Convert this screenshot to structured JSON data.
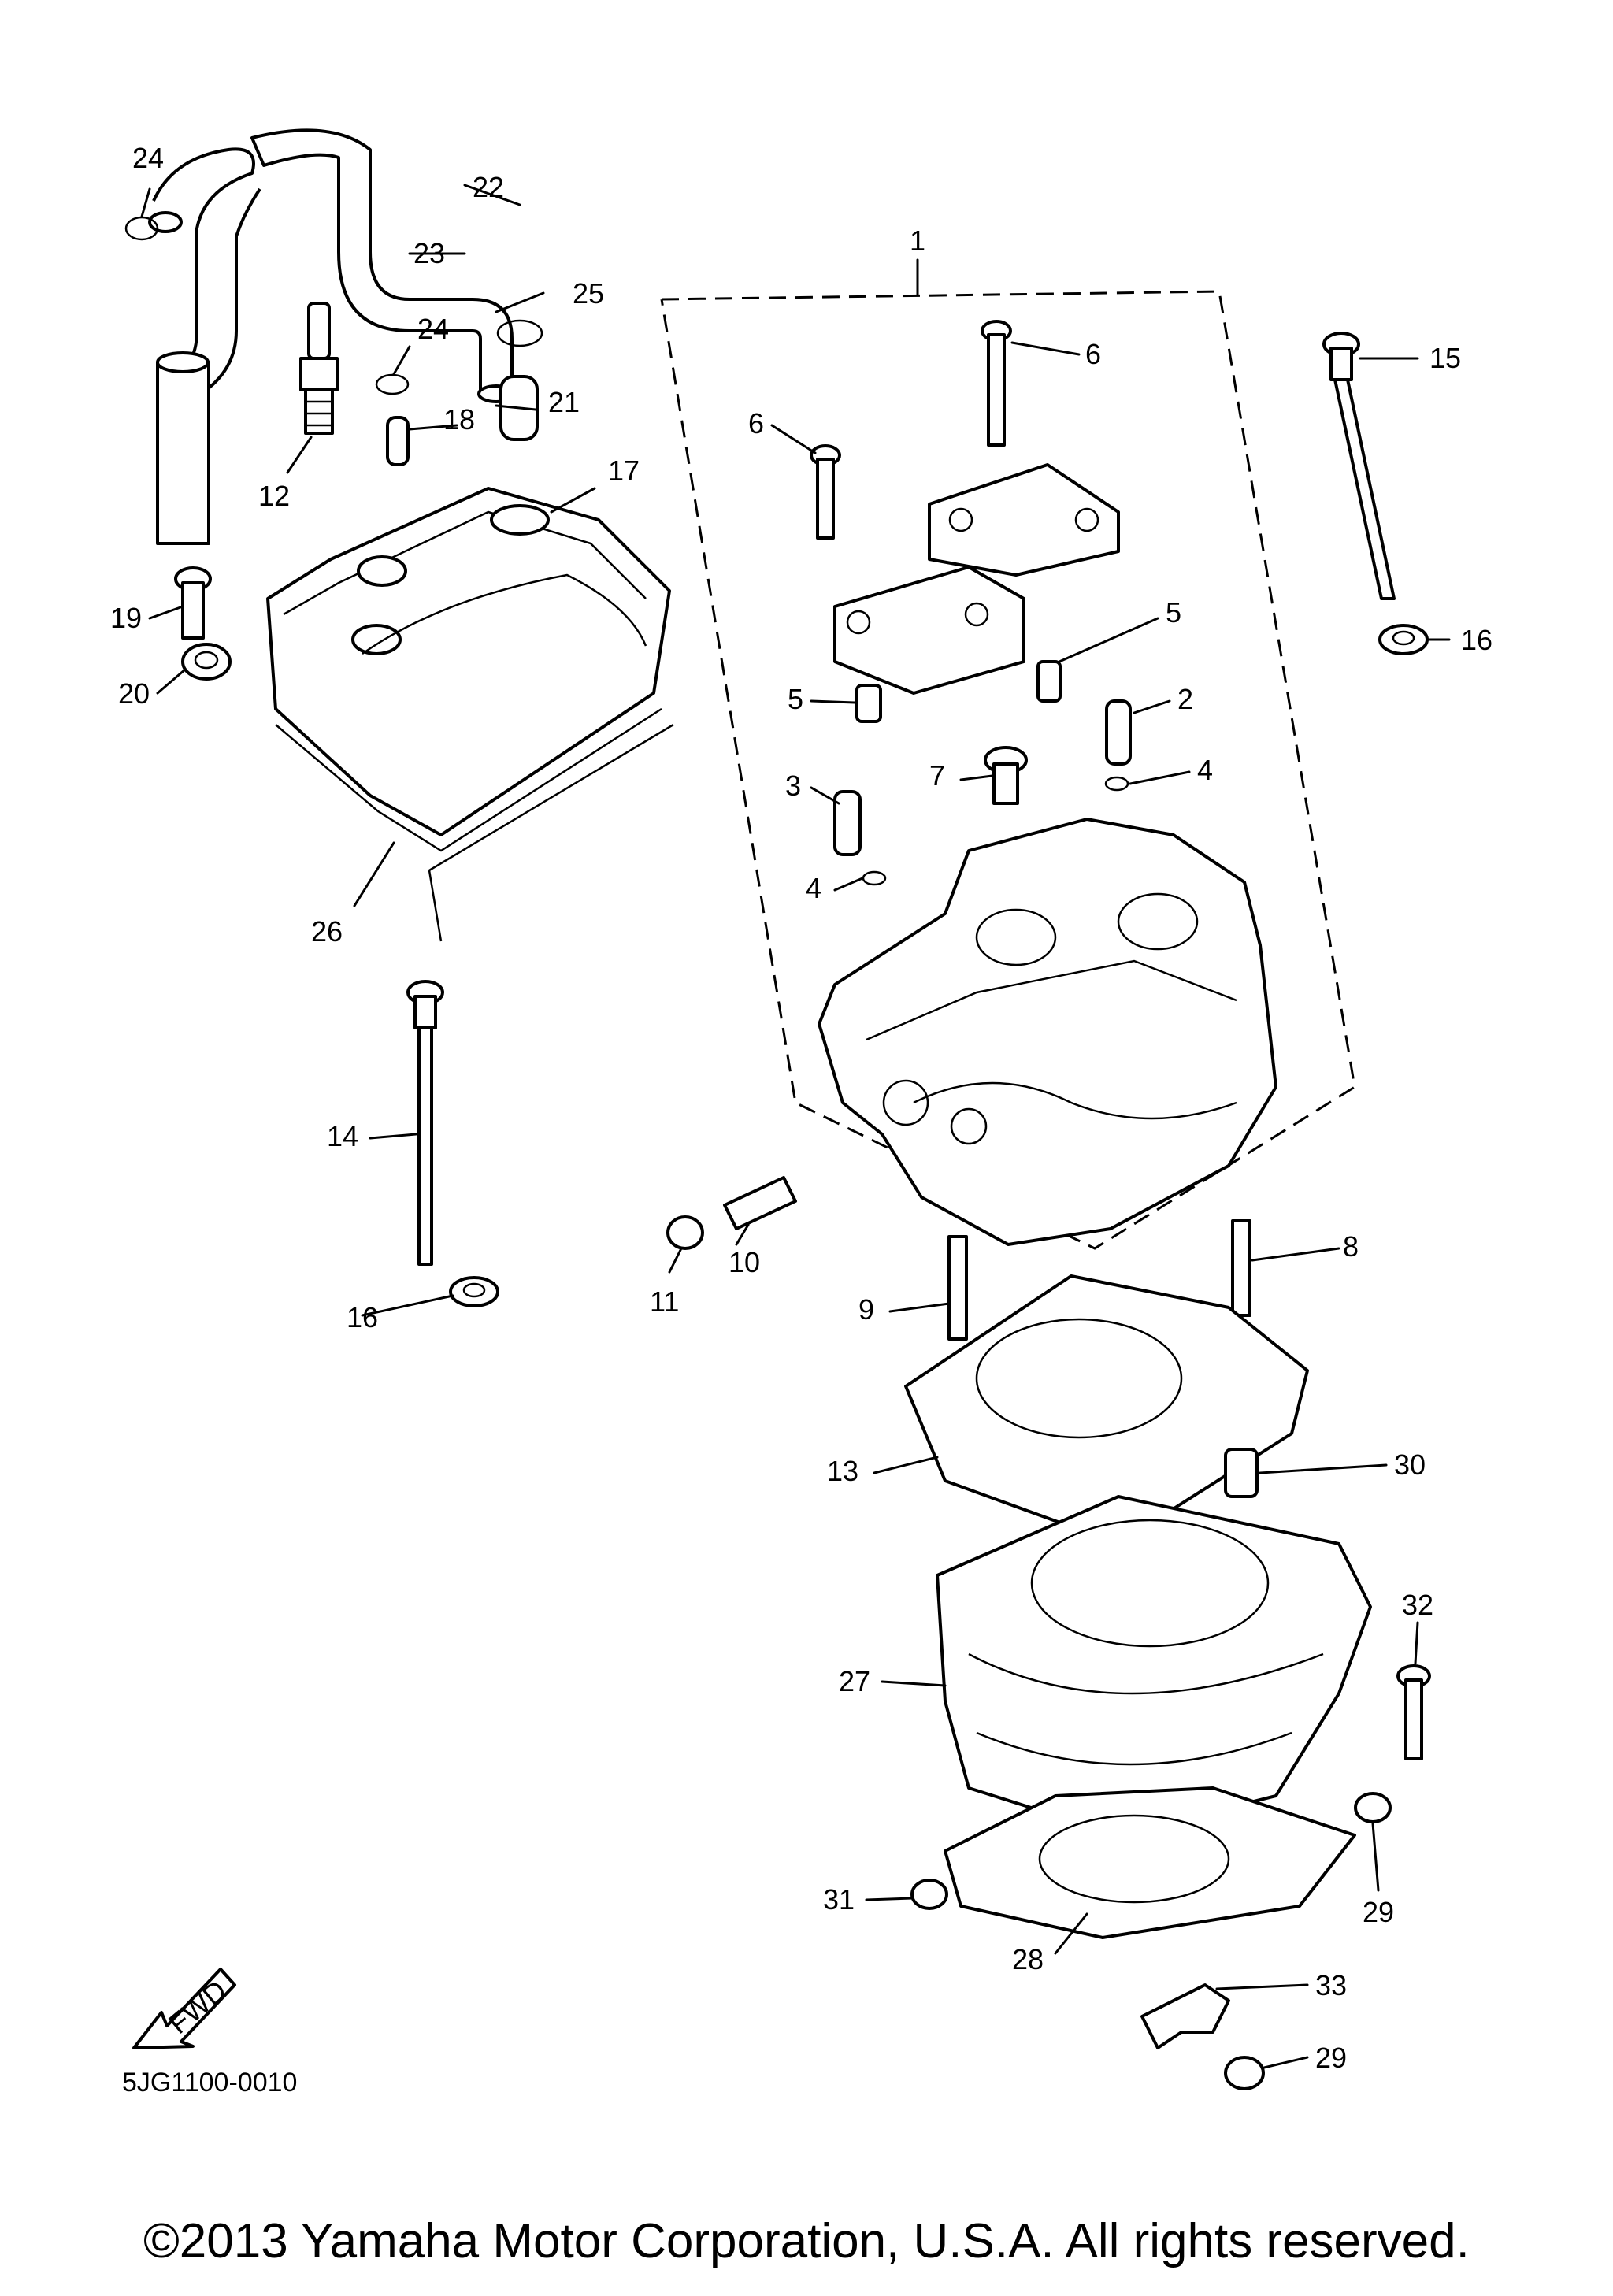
{
  "diagram": {
    "callouts": [
      "1",
      "2",
      "3",
      "4",
      "4",
      "5",
      "5",
      "6",
      "6",
      "7",
      "8",
      "9",
      "10",
      "11",
      "12",
      "13",
      "14",
      "15",
      "16",
      "16",
      "17",
      "18",
      "19",
      "20",
      "21",
      "22",
      "23",
      "24",
      "24",
      "25",
      "26",
      "27",
      "28",
      "29",
      "29",
      "30",
      "31",
      "32",
      "33"
    ],
    "diagram_code": "5JG1100-0010",
    "fwd_label": "FWD"
  },
  "footer": {
    "copyright": "©2013 Yamaha Motor Corporation, U.S.A. All rights reserved."
  }
}
